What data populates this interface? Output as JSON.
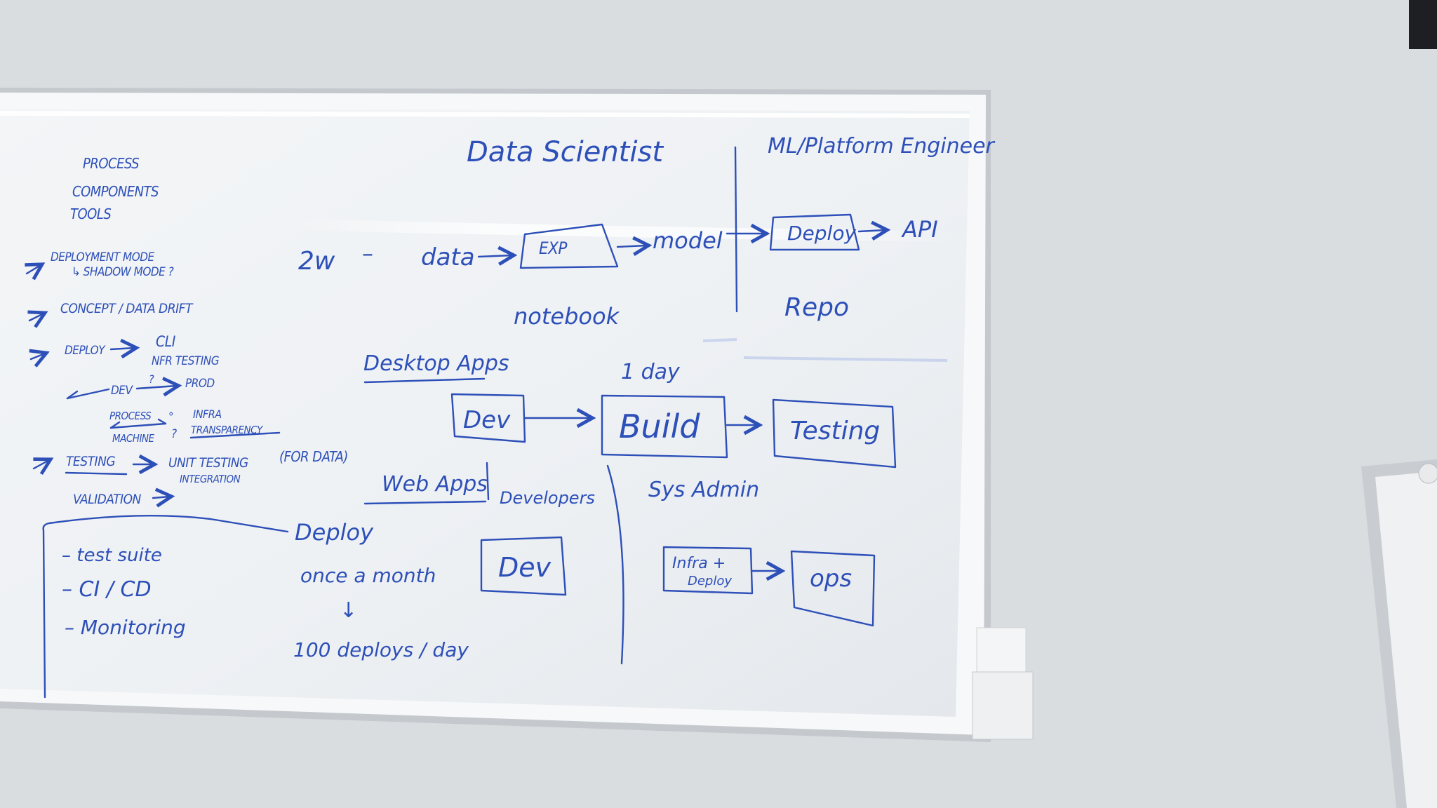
{
  "whiteboard": {
    "left_notes": {
      "headings": [
        "PROCESS",
        "COMPONENTS",
        "TOOLS"
      ],
      "deployment_mode": "DEPLOYMENT MODE",
      "shadow_mode": "↳ SHADOW MODE ?",
      "concept_drift": "CONCEPT / DATA DRIFT",
      "deploy": "DEPLOY",
      "cli": "CLI",
      "nfr_testing": "NFR TESTING",
      "dev": "DEV",
      "prod": "PROD",
      "process": "PROCESS",
      "machine": "MACHINE",
      "infra": "INFRA",
      "transparency": "TRANSPARENCY",
      "testing": "TESTING",
      "unit_testing": "UNIT TESTING",
      "integration": "INTEGRATION",
      "for_data": "(FOR DATA)",
      "validation": "VALIDATION",
      "box_items": [
        "– test suite",
        "– CI / CD",
        "– Monitoring"
      ]
    },
    "top_flow": {
      "data_scientist": "Data Scientist",
      "ml_platform_engineer": "ML/Platform Engineer",
      "duration": "2w",
      "dash": "–",
      "data": "data",
      "exp": "EXP",
      "model": "model",
      "deploy": "Deploy",
      "api": "API",
      "notebook": "notebook",
      "repo": "Repo"
    },
    "middle_flow": {
      "desktop_apps": "Desktop Apps",
      "one_day": "1 day",
      "dev": "Dev",
      "build": "Build",
      "testing": "Testing"
    },
    "bottom_flow": {
      "web_apps": "Web Apps",
      "developers": "Developers",
      "sys_admin": "Sys Admin",
      "deploy": "Deploy",
      "once_a_month": "once a month",
      "down_arrow": "↓",
      "hundred_deploys": "100 deploys / day",
      "dev": "Dev",
      "infra": "Infra +",
      "infra_deploy": "Deploy",
      "ops": "ops"
    }
  }
}
